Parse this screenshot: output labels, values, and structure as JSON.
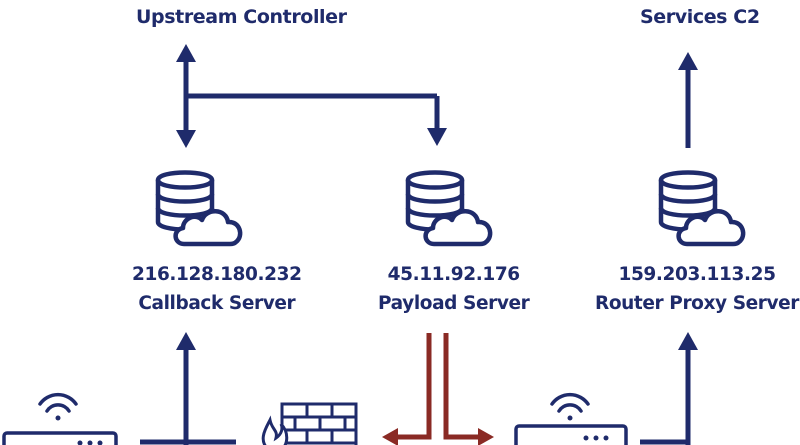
{
  "colors": {
    "navy": "#1f2b6b",
    "red": "#8a2a24",
    "cloud": "#ffffff"
  },
  "top_labels": {
    "upstream": "Upstream Controller",
    "services_c2": "Services C2"
  },
  "servers": [
    {
      "ip": "216.128.180.232",
      "role": "Callback Server",
      "icon": "database-cloud-icon"
    },
    {
      "ip": "45.11.92.176",
      "role": "Payload Server",
      "icon": "database-cloud-icon"
    },
    {
      "ip": "159.203.113.25",
      "role": "Router Proxy Server",
      "icon": "database-cloud-icon"
    }
  ],
  "bottom_icons": [
    "router-wifi-icon",
    "firewall-icon",
    "router-wifi-icon"
  ]
}
